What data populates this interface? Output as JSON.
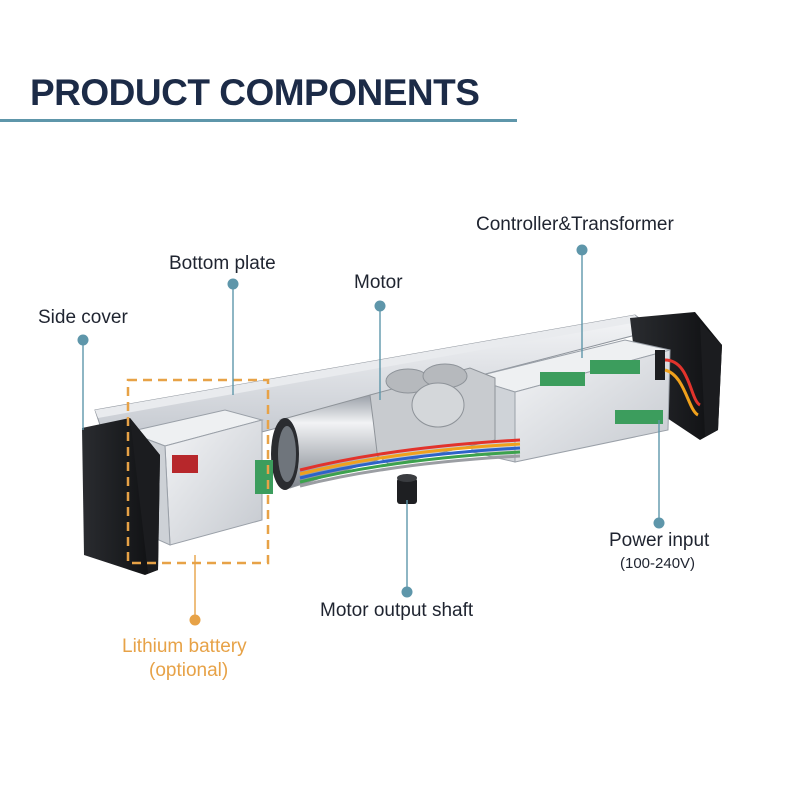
{
  "header": {
    "title": "PRODUCT COMPONENTS"
  },
  "labels": {
    "side_cover": "Side cover",
    "bottom_plate": "Bottom plate",
    "motor": "Motor",
    "controller_transformer": "Controller&Transformer",
    "power_input": "Power input",
    "power_input_range": "(100-240V)",
    "motor_output_shaft": "Motor output shaft",
    "lithium_battery": "Lithium battery",
    "lithium_battery_note": "(optional)"
  },
  "colors": {
    "title": "#1c2b47",
    "accent_rule": "#5e96aa",
    "leader": "#5e96aa",
    "battery_highlight": "#e7a247"
  }
}
